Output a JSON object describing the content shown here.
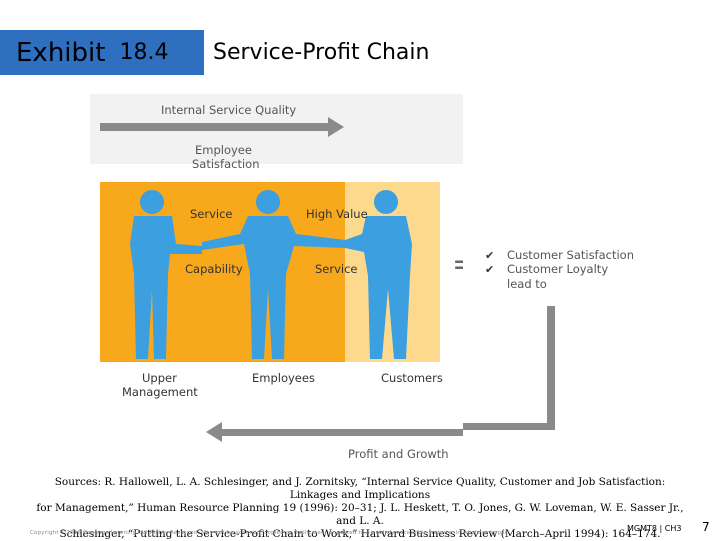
{
  "header": {
    "exhibit_label": "Exhibit",
    "exhibit_number": "18.4",
    "title": "Service-Profit Chain"
  },
  "diagram": {
    "internal_service_quality": "Internal Service Quality",
    "employee_satisfaction_line1": "Employee",
    "employee_satisfaction_line2": "Satisfaction",
    "service": "Service",
    "high_value": "High Value",
    "capability": "Capability",
    "service_2": "Service",
    "equals": "=",
    "check_1": "✔",
    "check_2": "✔",
    "customer_satisfaction": "Customer Satisfaction",
    "customer_loyalty": "Customer Loyalty",
    "lead_to": "lead to",
    "upper_management_line1": "Upper",
    "upper_management_line2": "Management",
    "employees": "Employees",
    "customers": "Customers",
    "profit_and_growth": "Profit and Growth"
  },
  "sources": {
    "line1": "Sources: R. Hallowell, L. A. Schlesinger, and J. Zornitsky, “Internal Service Quality, Customer and Job Satisfaction: Linkages and Implications",
    "line2": "for Management,” Human Resource Planning 19 (1996): 20–31; J. L. Heskett, T. O. Jones, G. W. Loveman, W. E. Sasser Jr., and L. A.",
    "line3": "Schlesinger, “Putting the Service-Profit Chain to Work,” Harvard Business Review (March–April 1994): 164–174."
  },
  "footer": {
    "copyright": "Copyright ©2016 Cengage Learning. All Rights Reserved. May not be scanned, copied or duplicated, or posted to a publicly accessible website, in whole or in part.",
    "course": "MGMT8 | CH3",
    "page_number": "7"
  },
  "colors": {
    "header_blue": "#2e6fc0",
    "orange_panel": "#f7a81b",
    "light_orange_panel": "#fdd98e",
    "figure_blue": "#3b9fe0",
    "arrow_gray": "#8a8a8a"
  }
}
